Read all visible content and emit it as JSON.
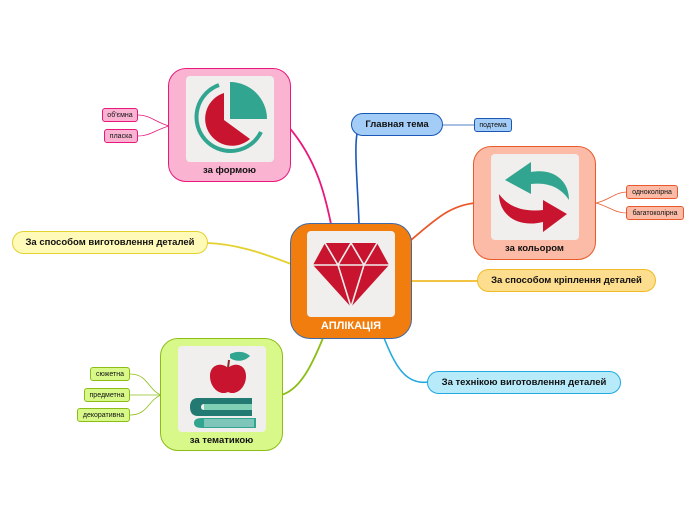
{
  "central": {
    "label": "АПЛІКАЦІЯ",
    "icon": "gem-icon"
  },
  "branches": {
    "shape": {
      "label": "за формою",
      "icon": "pie-chart-icon",
      "children": [
        "об'ємна",
        "пласка"
      ]
    },
    "color": {
      "label": "за кольором",
      "icon": "refresh-arrows-icon",
      "children": [
        "одноколірна",
        "багатоколірна"
      ]
    },
    "theme": {
      "label": "за тематикою",
      "icon": "apple-on-books-icon",
      "children": [
        "сюжетна",
        "предметна",
        "декоративна"
      ]
    },
    "main_topic": {
      "label": "Главная тема",
      "children": [
        "подтема"
      ]
    },
    "making": {
      "label": "За способом виготовлення деталей"
    },
    "fixing": {
      "label": "За способом кріплення деталей"
    },
    "technique": {
      "label": "За технікою виготовлення деталей"
    }
  },
  "colors": {
    "central_fill": "#f07d0e",
    "shape_fill": "#fbb3d2",
    "shape_border": "#e8187c",
    "color_fill": "#fbbba6",
    "color_border": "#e9592b",
    "theme_fill": "#d8f98a",
    "theme_border": "#8cbd16",
    "main_fill": "#a3cdf7",
    "main_border": "#1a58b8",
    "making_fill": "#fffab8",
    "making_border": "#e3d12d",
    "fixing_fill": "#fddd8e",
    "fixing_border": "#f0bb27",
    "technique_fill": "#b7ebfa",
    "technique_border": "#22a9e0"
  }
}
